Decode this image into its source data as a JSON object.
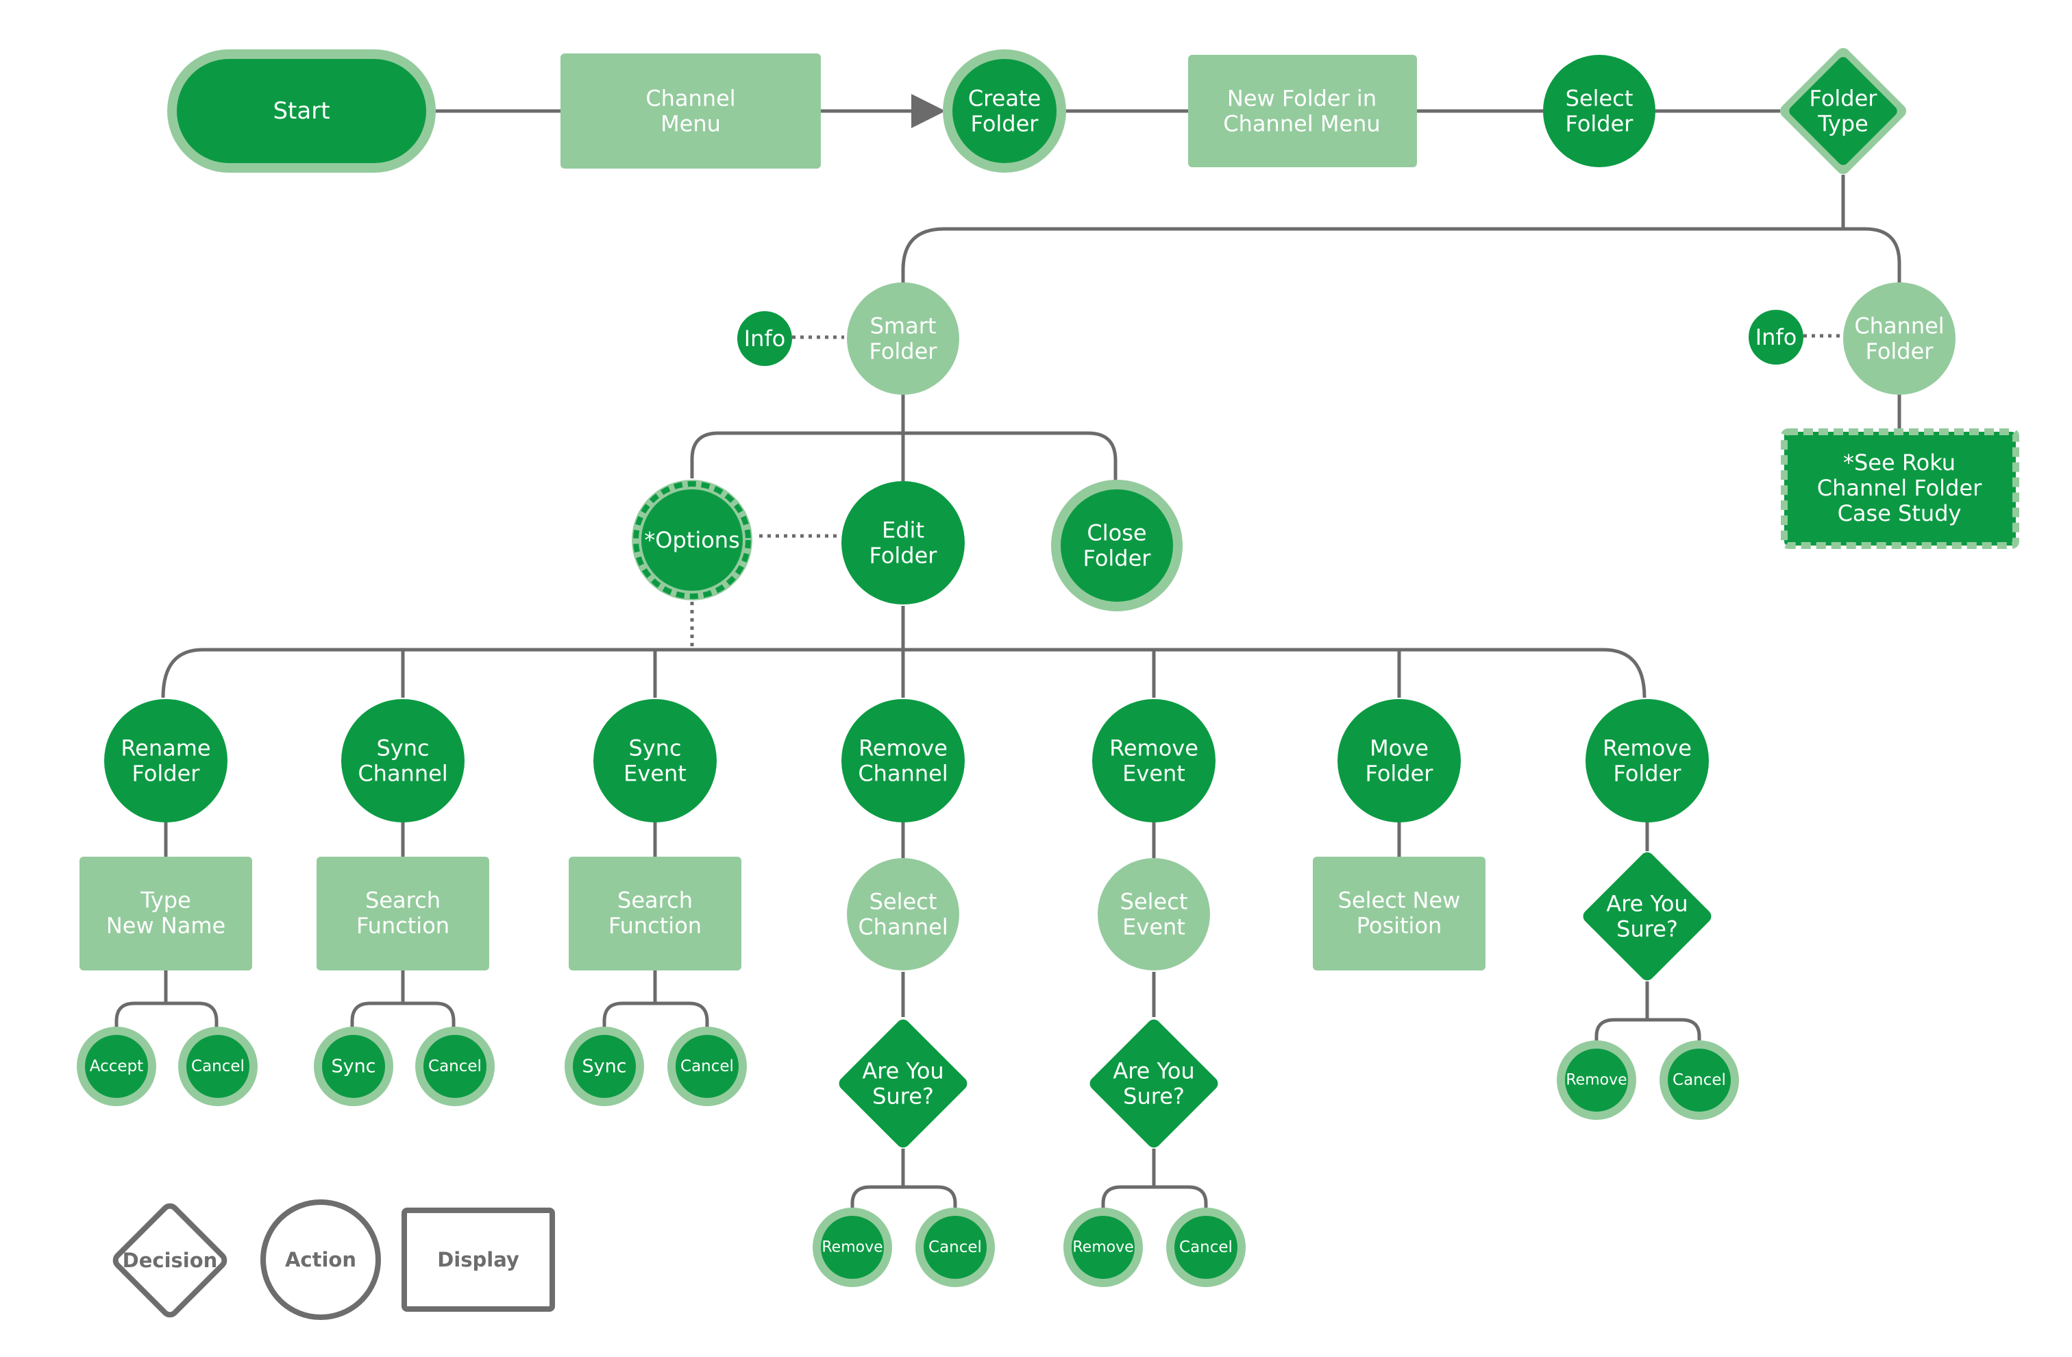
{
  "colors": {
    "dark_green": "#0b9a43",
    "light_green": "#94cb9d",
    "edge": "#6b6b6b",
    "legend_gray": "#6d6d6d"
  },
  "nodes": {
    "start": "Start",
    "channel_menu": "Channel\nMenu",
    "create_folder": "Create\nFolder",
    "new_folder_in_channel_menu": "New Folder in\nChannel Menu",
    "select_folder": "Select\nFolder",
    "folder_type": "Folder\nType",
    "info_smart": "Info",
    "smart_folder": "Smart\nFolder",
    "info_channel": "Info",
    "channel_folder": "Channel\nFolder",
    "see_roku": "*See Roku\nChannel Folder\nCase Study",
    "options": "*Options",
    "edit_folder": "Edit\nFolder",
    "close_folder": "Close\nFolder",
    "rename_folder": "Rename\nFolder",
    "sync_channel": "Sync\nChannel",
    "sync_event": "Sync\nEvent",
    "remove_channel": "Remove\nChannel",
    "remove_event": "Remove\nEvent",
    "move_folder": "Move\nFolder",
    "remove_folder": "Remove\nFolder",
    "type_new_name": "Type\nNew Name",
    "search_function_1": "Search\nFunction",
    "search_function_2": "Search\nFunction",
    "select_channel": "Select\nChannel",
    "select_event": "Select\nEvent",
    "select_new_position": "Select New\nPosition",
    "are_you_sure_folder": "Are You\nSure?",
    "are_you_sure_channel": "Are You\nSure?",
    "are_you_sure_event": "Are You\nSure?",
    "accept_rename": "Accept",
    "cancel_rename": "Cancel",
    "sync_channel_btn": "Sync",
    "cancel_sync_channel": "Cancel",
    "sync_event_btn": "Sync",
    "cancel_sync_event": "Cancel",
    "remove_channel_btn": "Remove",
    "cancel_remove_channel": "Cancel",
    "remove_event_btn": "Remove",
    "cancel_remove_event": "Cancel",
    "remove_folder_btn": "Remove",
    "cancel_remove_folder": "Cancel"
  },
  "legend": {
    "decision": "Decision",
    "action": "Action",
    "display": "Display"
  }
}
